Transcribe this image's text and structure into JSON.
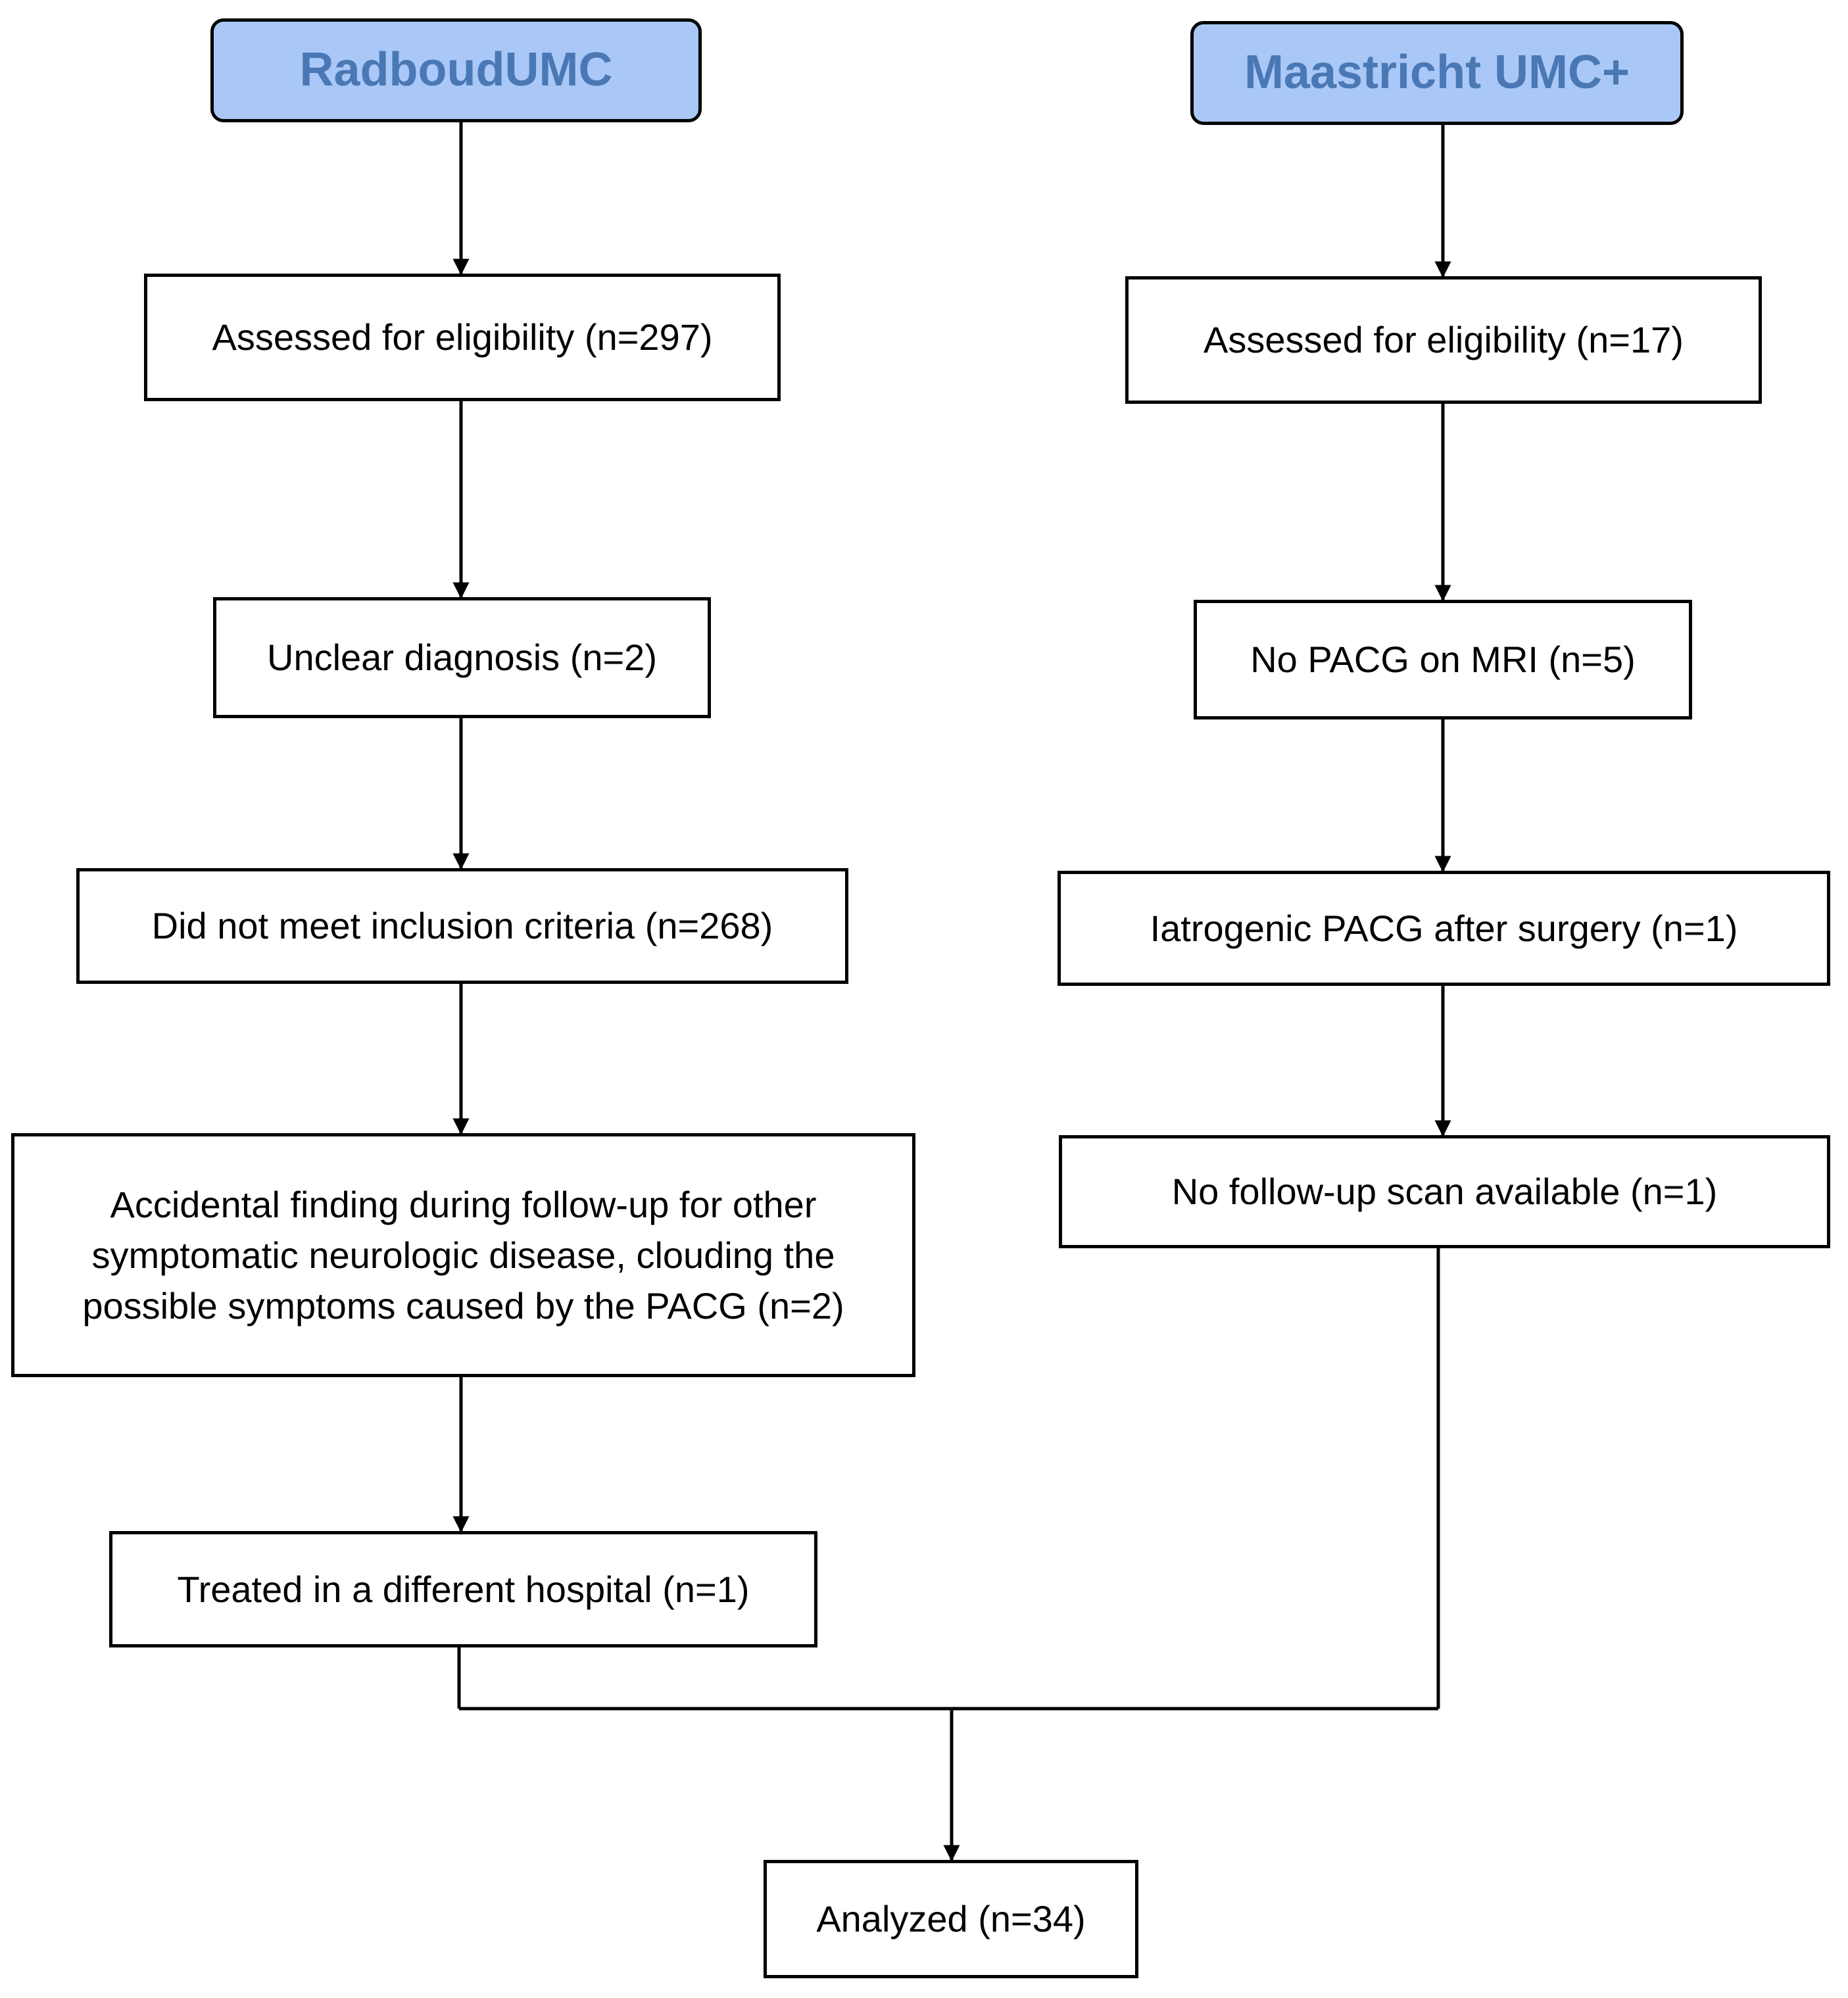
{
  "colors": {
    "site_header_fill": "#a9c8f7",
    "site_header_text": "#4a78b4",
    "box_border": "#000000",
    "arrow": "#000000"
  },
  "left_column": {
    "site": "RadboudUMC",
    "steps": [
      "Assessed for eligibility (n=297)",
      "Unclear  diagnosis (n=2)",
      "Did not meet inclusion criteria  (n=268)",
      "Accidental finding during follow-up for other symptomatic neurologic disease, clouding the possible symptoms caused by the PACG (n=2)",
      "Treated  in a different hospital (n=1)"
    ]
  },
  "right_column": {
    "site": "Maastricht UMC+",
    "steps": [
      "Assessed for eligibility (n=17)",
      "No PACG on MRI (n=5)",
      "Iatrogenic PACG after surgery (n=1)",
      "No follow-up scan available (n=1)"
    ]
  },
  "result": "Analyzed  (n=34)"
}
